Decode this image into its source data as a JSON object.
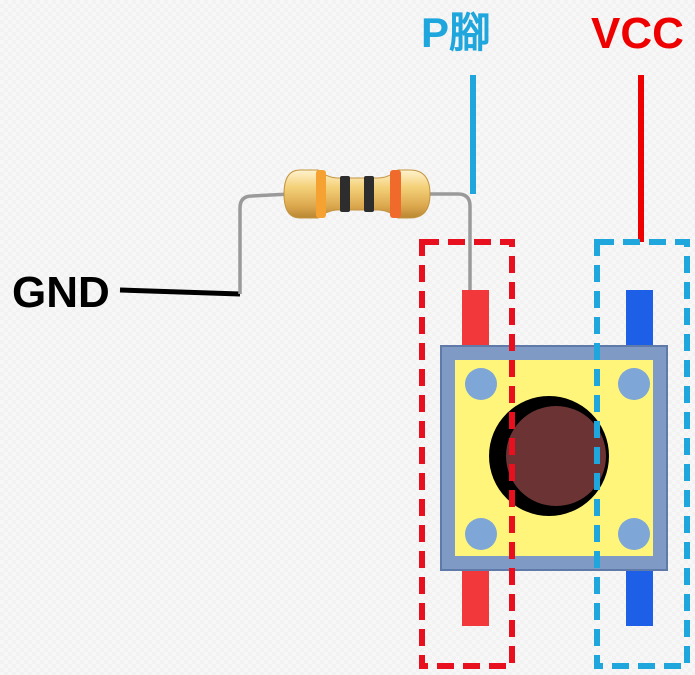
{
  "labels": {
    "gnd": "GND",
    "p_pin": "P腳",
    "vcc": "VCC"
  },
  "colors": {
    "gnd_label": "#000000",
    "p_pin_label": "#1fa6dc",
    "vcc_label": "#ee0000",
    "p_pin_wire": "#1fa6dc",
    "vcc_wire": "#ee0000",
    "left_box_dash": "#e8101e",
    "right_box_dash": "#1fa6dc",
    "left_pins": "#f2383a",
    "right_pins": "#1d5fe6",
    "button_body": "#fff57a",
    "button_frame": "#7f9ac4",
    "button_cap": "#6b3333",
    "corner_dots": "#7ea6d6"
  },
  "resistor_bands": [
    "#f6a233",
    "#2d2d2d",
    "#2d2d2d",
    "#f06a2c"
  ]
}
